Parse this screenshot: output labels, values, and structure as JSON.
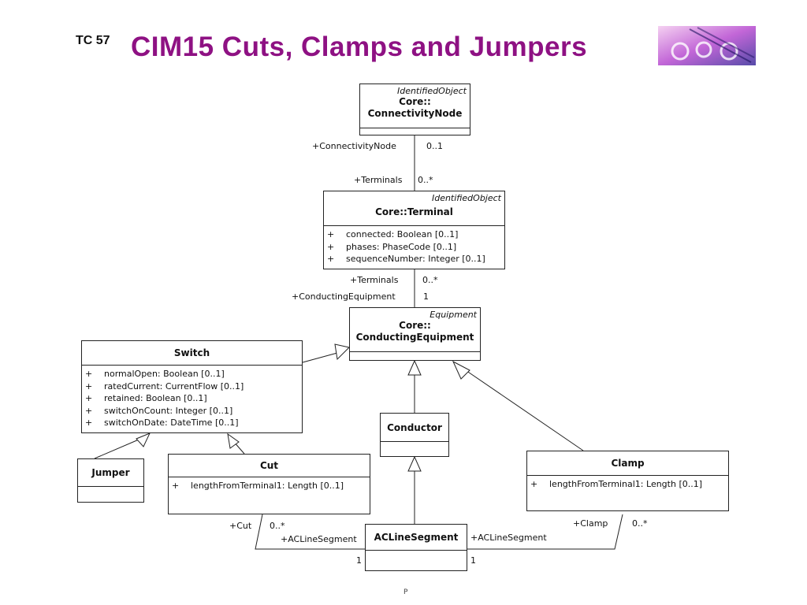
{
  "header": {
    "tc_label": "TC 57",
    "title": "CIM15 Cuts, Clamps and Jumpers"
  },
  "classes": {
    "connectivity_node": {
      "stereotype": "IdentifiedObject",
      "name_line1": "Core::",
      "name_line2": "ConnectivityNode"
    },
    "terminal": {
      "stereotype": "IdentifiedObject",
      "name": "Core::Terminal",
      "attributes": [
        {
          "vis": "+",
          "text": "connected:  Boolean [0..1]"
        },
        {
          "vis": "+",
          "text": "phases:  PhaseCode [0..1]"
        },
        {
          "vis": "+",
          "text": "sequenceNumber:  Integer [0..1]"
        }
      ]
    },
    "conducting_equipment": {
      "stereotype": "Equipment",
      "name_line1": "Core::",
      "name_line2": "ConductingEquipment"
    },
    "switch": {
      "name": "Switch",
      "attributes": [
        {
          "vis": "+",
          "text": "normalOpen:  Boolean [0..1]"
        },
        {
          "vis": "+",
          "text": "ratedCurrent:  CurrentFlow [0..1]"
        },
        {
          "vis": "+",
          "text": "retained:  Boolean [0..1]"
        },
        {
          "vis": "+",
          "text": "switchOnCount:  Integer [0..1]"
        },
        {
          "vis": "+",
          "text": "switchOnDate:  DateTime [0..1]"
        }
      ]
    },
    "conductor": {
      "name": "Conductor"
    },
    "jumper": {
      "name": "Jumper"
    },
    "cut": {
      "name": "Cut",
      "attributes": [
        {
          "vis": "+",
          "text": "lengthFromTerminal1:  Length [0..1]"
        }
      ]
    },
    "clamp": {
      "name": "Clamp",
      "attributes": [
        {
          "vis": "+",
          "text": "lengthFromTerminal1:  Length [0..1]"
        }
      ]
    },
    "acline_segment": {
      "name": "ACLineSegment"
    }
  },
  "associations": {
    "cn_role": "+ConnectivityNode",
    "cn_mult": "0..1",
    "terminals_role_upper": "+Terminals",
    "terminals_mult_upper": "0..*",
    "terminals_role_lower": "+Terminals",
    "terminals_mult_lower": "0..*",
    "ce_role": "+ConductingEquipment",
    "ce_mult": "1",
    "cut_role": "+Cut",
    "cut_mult": "0..*",
    "acls_role_left": "+ACLineSegment",
    "acls_mult_left": "1",
    "acls_role_right": "+ACLineSegment",
    "acls_mult_right": "1",
    "clamp_role": "+Clamp",
    "clamp_mult": "0..*"
  },
  "footer": {
    "page_marker": "P"
  }
}
